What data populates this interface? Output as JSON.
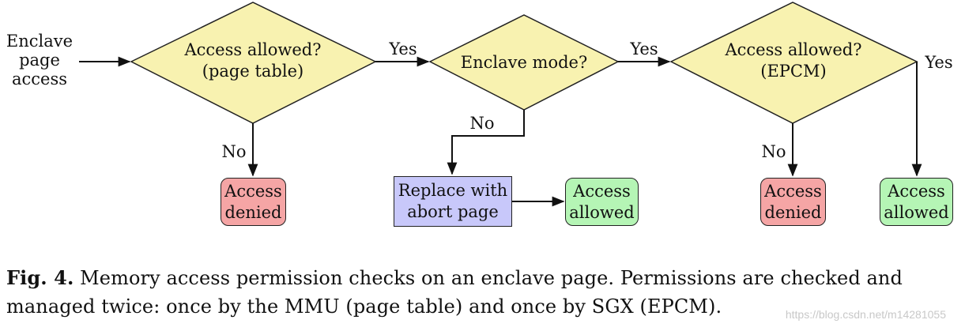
{
  "diagram": {
    "start_label": "Enclave\npage\naccess",
    "decisions": [
      {
        "text": "Access allowed?\n(page table)"
      },
      {
        "text": "Enclave mode?"
      },
      {
        "text": "Access allowed?\n(EPCM)"
      }
    ],
    "outcomes": {
      "denied_1": "Access\ndenied",
      "replace": "Replace with\nabort page",
      "allowed_1": "Access\nallowed",
      "denied_2": "Access\ndenied",
      "allowed_2": "Access\nallowed"
    },
    "edge_labels": {
      "yes_1": "Yes",
      "yes_2": "Yes",
      "yes_3": "Yes",
      "no_1": "No",
      "no_2": "No",
      "no_3": "No"
    },
    "colors": {
      "decision_fill": "#f8f2b0",
      "denied_fill": "#f5a5a5",
      "allowed_fill": "#b5f5b5",
      "replace_fill": "#c8c8fa"
    }
  },
  "caption": {
    "prefix": "Fig. 4.",
    "text": " Memory access permission checks on an enclave page. Permissions are checked and managed twice: once by the MMU (page table) and once by SGX (EPCM)."
  },
  "watermark": "https://blog.csdn.net/m14281055"
}
